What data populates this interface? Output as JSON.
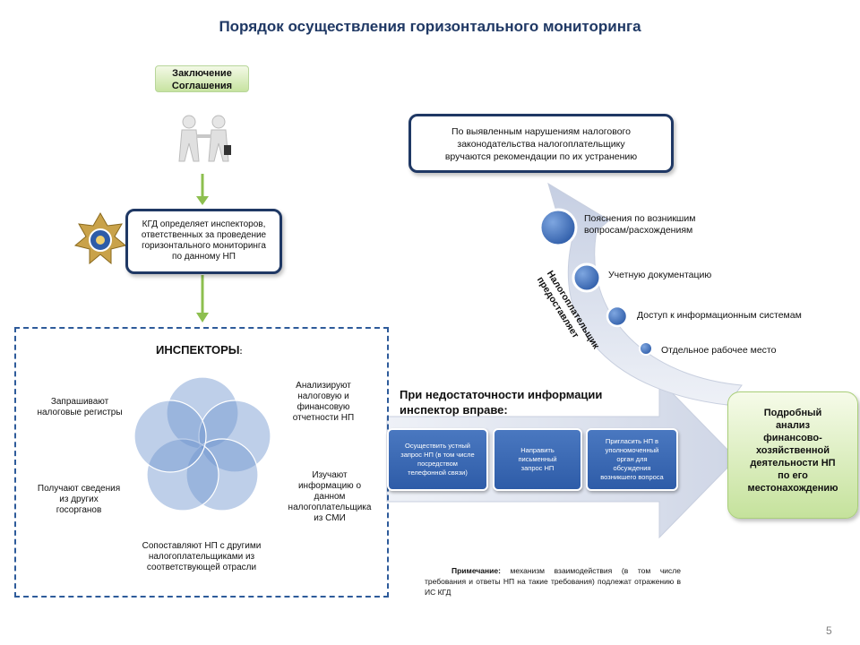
{
  "title": "Порядок  осуществления  горизонтального  мониторинга",
  "agreement": {
    "line1": "Заключение",
    "line2": "Соглашения"
  },
  "kgd": {
    "line1": "КГД определяет инспекторов,",
    "line2": "ответственных за проведение",
    "line3": "горизонтального мониторинга",
    "line4": "по данному НП"
  },
  "recommendation": {
    "line1": "По выявленным  нарушениям  налогового",
    "line2": "законодательства  налогоплательщику",
    "line3": "вручаются  рекомендации  по их устранению"
  },
  "inspectors": {
    "title": "ИНСПЕКТОРЫ",
    "title_suffix": ":",
    "items": [
      {
        "l1": "Запрашивают",
        "l2": "налоговые регистры",
        "l3": "",
        "l4": ""
      },
      {
        "l1": "Анализируют",
        "l2": "налоговую и",
        "l3": "финансовую",
        "l4": "отчетности НП"
      },
      {
        "l1": "Изучают",
        "l2": "информацию о",
        "l3": "данном",
        "l4": "налогоплательщика",
        "l5": "из СМИ"
      },
      {
        "l1": "Сопоставляют  НП с другими",
        "l2": "налогоплательщиками из",
        "l3": "соответствующей отрасли"
      },
      {
        "l1": "Получают сведения",
        "l2": "из других",
        "l3": "госорганов"
      }
    ]
  },
  "arrow_text": {
    "line1": "При недостаточности информации",
    "line2": "инспектор вправе:"
  },
  "actions": [
    {
      "l1": "Осуществить устный",
      "l2": "запрос НП (в том числе",
      "l3": "посредством",
      "l4": "телефонной связи)"
    },
    {
      "l1": "Направить",
      "l2": "письменный",
      "l3": "запрос НП"
    },
    {
      "l1": "Пригласить НП в",
      "l2": "уполномоченный",
      "l3": "орган для",
      "l4": "обсуждения",
      "l5": "возникшего  вопроса"
    }
  ],
  "analysis": {
    "l1": "Подробный",
    "l2": "анализ",
    "l3": "финансово-",
    "l4": "хозяйственной",
    "l5": "деятельности  НП",
    "l6": "по его",
    "l7": "местонахождению"
  },
  "taxpayer_provides": {
    "line1": "Налогоплательщик",
    "line2": "предоставляет"
  },
  "provides_items": [
    {
      "l1": "Пояснения  по возникшим",
      "l2": "вопросам/расхождениям"
    },
    {
      "l1": "Учетную  документацию",
      "l2": ""
    },
    {
      "l1": "Доступ к информационным  системам",
      "l2": ""
    },
    {
      "l1": "Отдельное рабочее место",
      "l2": ""
    }
  ],
  "note": {
    "label": "Примечание:",
    "text": " механизм взаимодействия (в том числе требования и ответы НП на такие требования) подлежат отражению в ИС КГД"
  },
  "page_number": "5",
  "colors": {
    "title": "#1f3864",
    "box_border": "#1f3864",
    "accent_blue": "#2e5ca8",
    "green": "#8dbf4f",
    "arrow_fill": "#d6dcea"
  }
}
